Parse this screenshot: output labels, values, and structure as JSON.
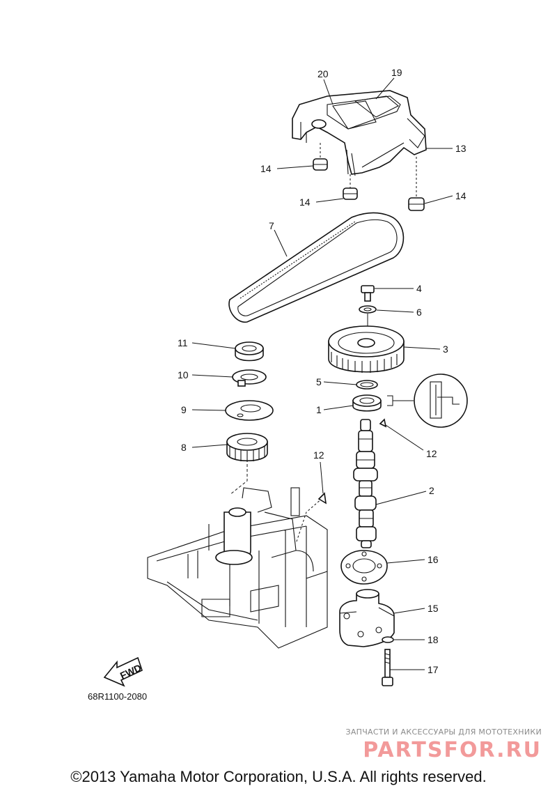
{
  "diagram": {
    "callouts": [
      {
        "id": "c20",
        "label": "20"
      },
      {
        "id": "c19",
        "label": "19"
      },
      {
        "id": "c13",
        "label": "13"
      },
      {
        "id": "c14a",
        "label": "14"
      },
      {
        "id": "c14b",
        "label": "14"
      },
      {
        "id": "c14c",
        "label": "14"
      },
      {
        "id": "c7",
        "label": "7"
      },
      {
        "id": "c4",
        "label": "4"
      },
      {
        "id": "c6",
        "label": "6"
      },
      {
        "id": "c3",
        "label": "3"
      },
      {
        "id": "c11",
        "label": "11"
      },
      {
        "id": "c10",
        "label": "10"
      },
      {
        "id": "c9",
        "label": "9"
      },
      {
        "id": "c8",
        "label": "8"
      },
      {
        "id": "c5",
        "label": "5"
      },
      {
        "id": "c1",
        "label": "1"
      },
      {
        "id": "c12a",
        "label": "12"
      },
      {
        "id": "c12b",
        "label": "12"
      },
      {
        "id": "c2",
        "label": "2"
      },
      {
        "id": "c16",
        "label": "16"
      },
      {
        "id": "c15",
        "label": "15"
      },
      {
        "id": "c18",
        "label": "18"
      },
      {
        "id": "c17",
        "label": "17"
      }
    ],
    "fwd_label": "FWD",
    "code": "68R1100-2080"
  },
  "watermark": {
    "tagline": "ЗАПЧАСТИ И АКСЕССУАРЫ ДЛЯ МОТОТЕХНИКИ",
    "logo": "PARTSFOR.RU"
  },
  "copyright": "©2013 Yamaha Motor Corporation, U.S.A. All rights reserved."
}
